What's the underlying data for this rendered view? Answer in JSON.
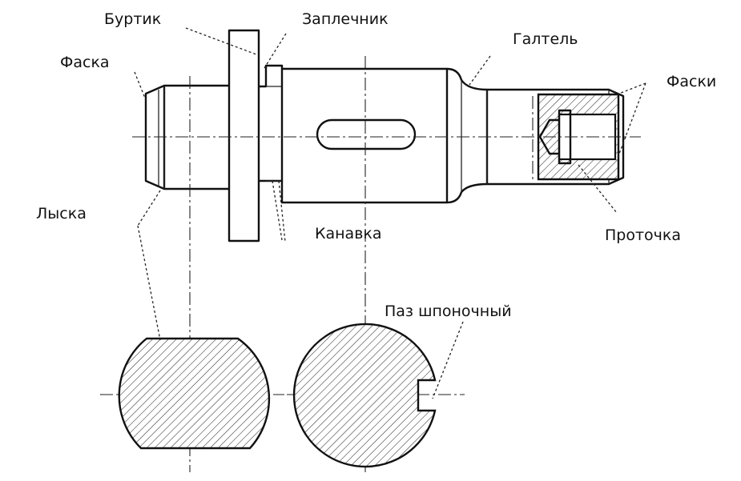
{
  "labels": {
    "burtik": "Буртик",
    "zaplechnik": "Заплечник",
    "faska": "Фаска",
    "galtel": "Галтель",
    "faski": "Фаски",
    "lyska": "Лыска",
    "kanavka": "Канавка",
    "protochka": "Проточка",
    "paz": "Паз шпоночный"
  }
}
